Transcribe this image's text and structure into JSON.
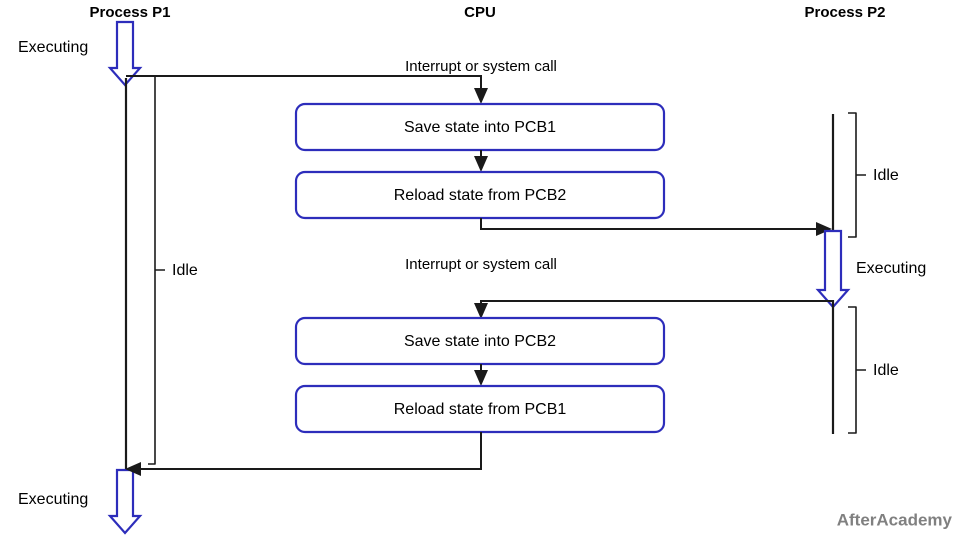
{
  "diagram": {
    "title_columns": [
      {
        "id": "p1",
        "label": "Process P1"
      },
      {
        "id": "cpu",
        "label": "CPU"
      },
      {
        "id": "p2",
        "label": "Process P2"
      }
    ],
    "colors": {
      "accent_blue": "#2d2dbb",
      "line_black": "#1a1a1a",
      "watermark_gray": "#808080",
      "background": "#ffffff"
    },
    "p1_states": [
      {
        "id": "p1-exec-top",
        "label": "Executing"
      },
      {
        "id": "p1-idle",
        "label": "Idle"
      },
      {
        "id": "p1-exec-bottom",
        "label": "Executing"
      }
    ],
    "p2_states": [
      {
        "id": "p2-idle-top",
        "label": "Idle"
      },
      {
        "id": "p2-exec",
        "label": "Executing"
      },
      {
        "id": "p2-idle-bottom",
        "label": "Idle"
      }
    ],
    "events": [
      {
        "id": "event-1",
        "label": "Interrupt or system call"
      },
      {
        "id": "event-2",
        "label": "Interrupt or system call"
      }
    ],
    "cpu_steps": [
      {
        "id": "save-pcb1",
        "label": "Save state into PCB1"
      },
      {
        "id": "reload-pcb2",
        "label": "Reload state from PCB2"
      },
      {
        "id": "save-pcb2",
        "label": "Save state into PCB2"
      },
      {
        "id": "reload-pcb1",
        "label": "Reload state from PCB1"
      }
    ],
    "watermark": "AfterAcademy"
  }
}
